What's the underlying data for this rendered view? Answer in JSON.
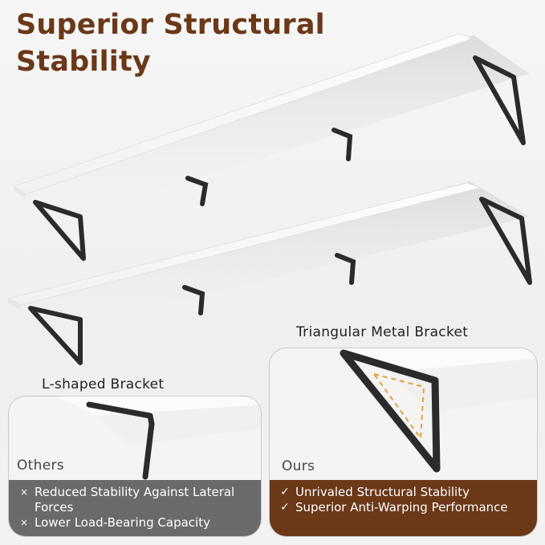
{
  "title": {
    "line1": "Superior Structural",
    "line2": "Stability"
  },
  "colors": {
    "brand_brown": "#6b3818",
    "others_gray": "#6a6a6a",
    "bracket_black": "#2b2b2b",
    "shelf_white": "#fafafa",
    "highlight_orange": "#e4a13a"
  },
  "callouts": {
    "left_label": "L-shaped Bracket",
    "right_label": "Triangular Metal Bracket"
  },
  "others_panel": {
    "tag": "Others",
    "features": [
      {
        "icon": "cross-icon",
        "mark": "×",
        "text": "Reduced Stability Against Lateral Forces"
      },
      {
        "icon": "cross-icon",
        "mark": "×",
        "text": "Lower Load-Bearing Capacity"
      }
    ]
  },
  "ours_panel": {
    "tag": "Ours",
    "features": [
      {
        "icon": "check-icon",
        "mark": "✓",
        "text": "Unrivaled Structural Stability"
      },
      {
        "icon": "check-icon",
        "mark": "✓",
        "text": "Superior Anti-Warping Performance"
      }
    ]
  }
}
